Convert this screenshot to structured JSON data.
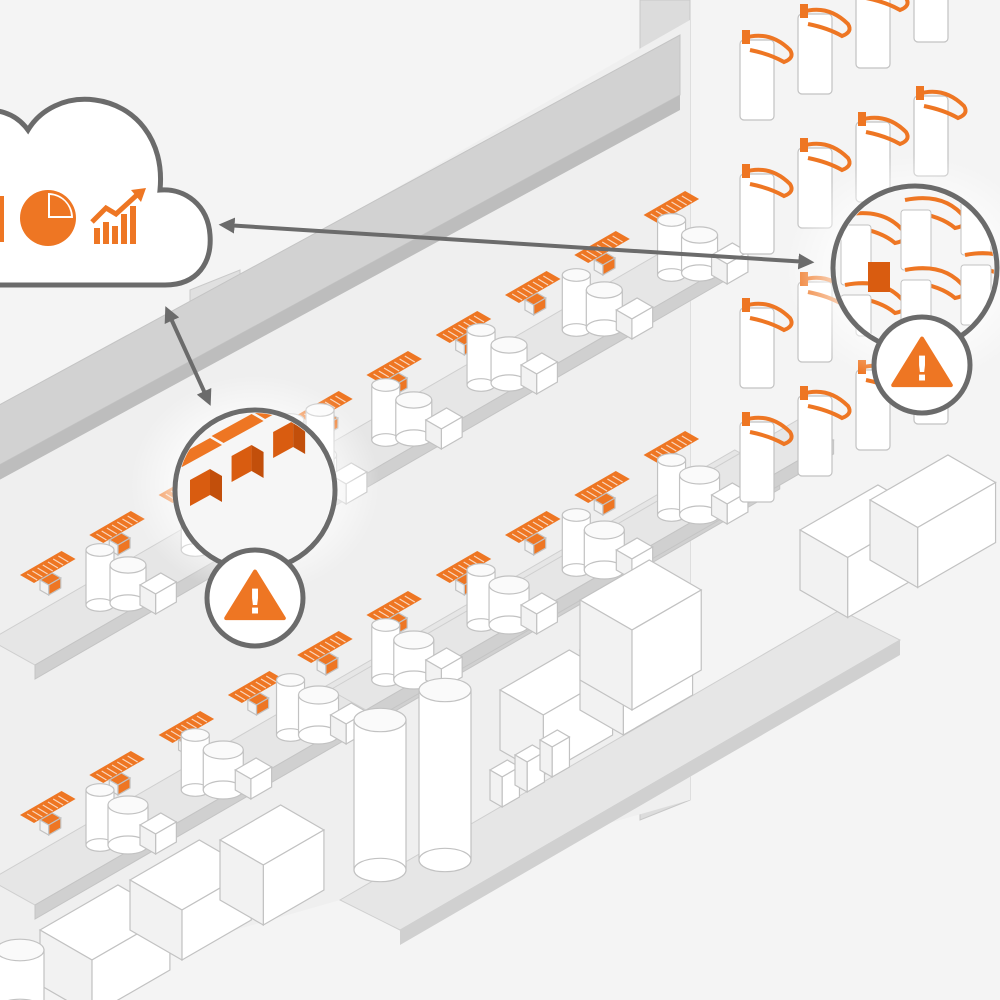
{
  "colors": {
    "accent": "#ee7623",
    "accent_dark": "#d95c10",
    "outline": "#6b6b6b",
    "structure": "#cfcfcf",
    "structure_light": "#e4e4e4",
    "product": "#ffffff",
    "product_stroke": "#c2c2c2",
    "background": "#f4f4f4"
  },
  "cloud": {
    "icons": [
      "bar-chart-icon",
      "pie-chart-icon",
      "trend-chart-icon"
    ]
  },
  "connections": [
    {
      "from": "cloud",
      "to": "shelf-alert-left",
      "bidirectional": true
    },
    {
      "from": "cloud",
      "to": "peg-alert-right",
      "bidirectional": true
    }
  ],
  "alerts": [
    {
      "name": "shelf-alert-left",
      "icon": "warning-icon",
      "symbol": "!"
    },
    {
      "name": "peg-alert-right",
      "icon": "warning-icon",
      "symbol": "!"
    }
  ]
}
